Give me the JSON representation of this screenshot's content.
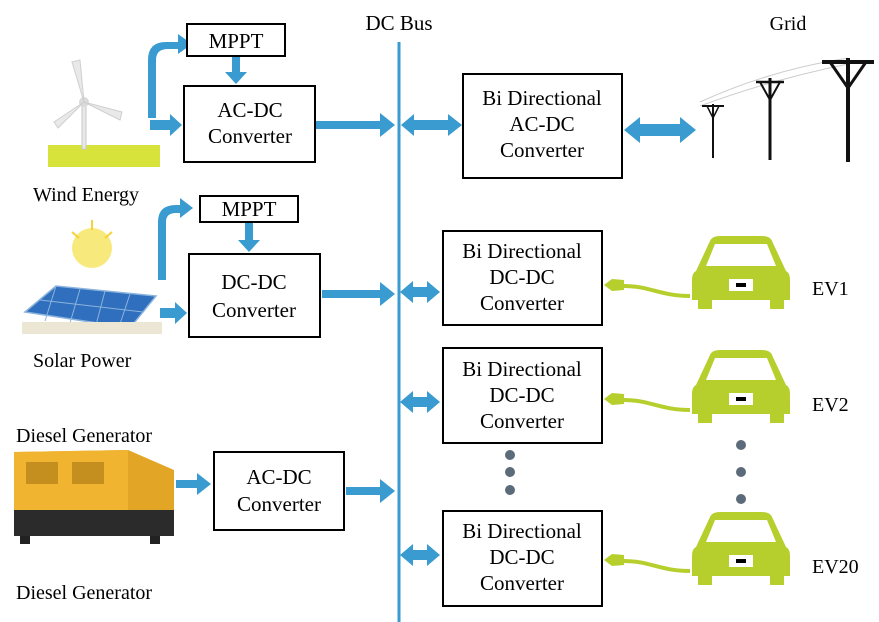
{
  "title_dc_bus": "DC Bus",
  "title_grid": "Grid",
  "sources": {
    "wind_label": "Wind Energy",
    "solar_label": "Solar Power",
    "diesel_label_top": "Diesel Generator",
    "diesel_label_bottom": "Diesel Generator"
  },
  "boxes": {
    "mppt_wind": "MPPT",
    "acdc_wind": [
      "AC-DC",
      "Converter"
    ],
    "mppt_solar": "MPPT",
    "dcdc_solar": [
      "DC-DC",
      "Converter"
    ],
    "acdc_diesel": [
      "AC-DC",
      "Converter"
    ],
    "bidir_grid": [
      "Bi Directional",
      "AC-DC",
      "Converter"
    ],
    "bidir_ev1": [
      "Bi Directional",
      "DC-DC",
      "Converter"
    ],
    "bidir_ev2": [
      "Bi Directional",
      "DC-DC",
      "Converter"
    ],
    "bidir_ev20": [
      "Bi Directional",
      "DC-DC",
      "Converter"
    ]
  },
  "evs": {
    "ev1": "EV1",
    "ev2": "EV2",
    "ev20": "EV20"
  },
  "colors": {
    "arrow": "#3a9bd0",
    "car": "#b6cf2c",
    "bus": "#3a9bd0"
  }
}
